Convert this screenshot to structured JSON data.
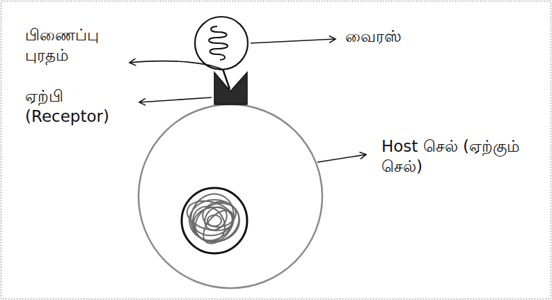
{
  "diagram": {
    "labels": [
      "பிணைப்பு புரதம்",
      "வைரஸ்",
      "ஏற்பி (Receptor)",
      "Host செல் (ஏற்கும் செல்)"
    ]
  }
}
